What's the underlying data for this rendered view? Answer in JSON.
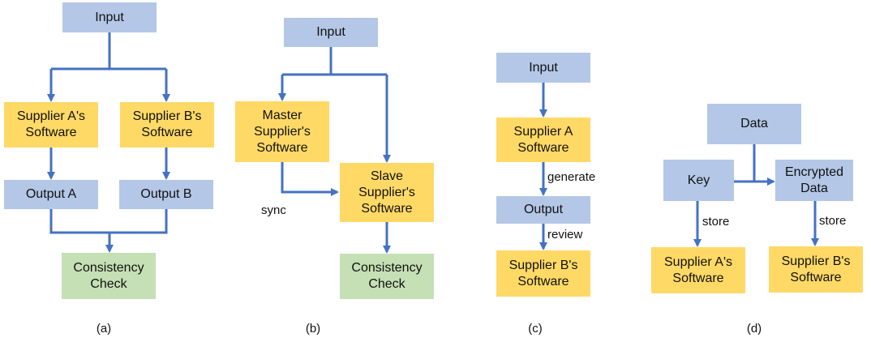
{
  "a": {
    "input": "Input",
    "supplier_a": "Supplier A's\nSoftware",
    "supplier_b": "Supplier B's\nSoftware",
    "output_a": "Output A",
    "output_b": "Output B",
    "check": "Consistency\nCheck",
    "caption": "(a)"
  },
  "b": {
    "input": "Input",
    "master": "Master\nSupplier's\nSoftware",
    "slave": "Slave\nSupplier's\nSoftware",
    "sync": "sync",
    "check": "Consistency\nCheck",
    "caption": "(b)"
  },
  "c": {
    "input": "Input",
    "supplier_a": "Supplier A\nSoftware",
    "generate": "generate",
    "output": "Output",
    "review": "review",
    "supplier_b": "Supplier B's\nSoftware",
    "caption": "(c)"
  },
  "d": {
    "data": "Data",
    "key": "Key",
    "encrypted": "Encrypted\nData",
    "store_left": "store",
    "store_right": "store",
    "supplier_a": "Supplier A's\nSoftware",
    "supplier_b": "Supplier B's\nSoftware",
    "caption": "(d)"
  },
  "colors": {
    "arrow": "#4472c4",
    "blue_box": "#b4c7e7",
    "yellow_box": "#ffd966",
    "green_box": "#c5e0b4"
  }
}
